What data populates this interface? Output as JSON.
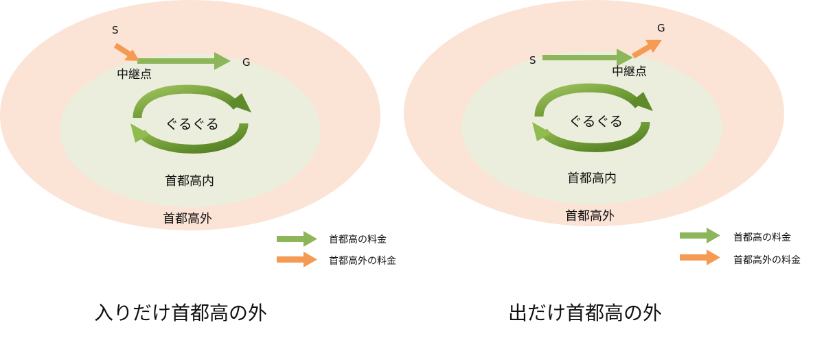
{
  "left": {
    "start": "S",
    "goal": "G",
    "relay": "中継点",
    "loop": "ぐるぐる",
    "inner": "首都高内",
    "outer": "首都高外",
    "legend": {
      "green": "首都高の料金",
      "orange": "首都高外の料金"
    },
    "caption": "入りだけ首都高の外"
  },
  "right": {
    "start": "S",
    "goal": "G",
    "relay": "中継点",
    "loop": "ぐるぐる",
    "inner": "首都高内",
    "outer": "首都高外",
    "legend": {
      "green": "首都高の料金",
      "orange": "首都高外の料金"
    },
    "caption": "出だけ首都高の外"
  },
  "colors": {
    "outer_fill": "#fbe3d5",
    "inner_fill": "#ebeedd",
    "green_arrow": "#8db65a",
    "orange_arrow": "#f49a52",
    "loop_dark": "#5e8a2a",
    "loop_light": "#9fc35f"
  }
}
